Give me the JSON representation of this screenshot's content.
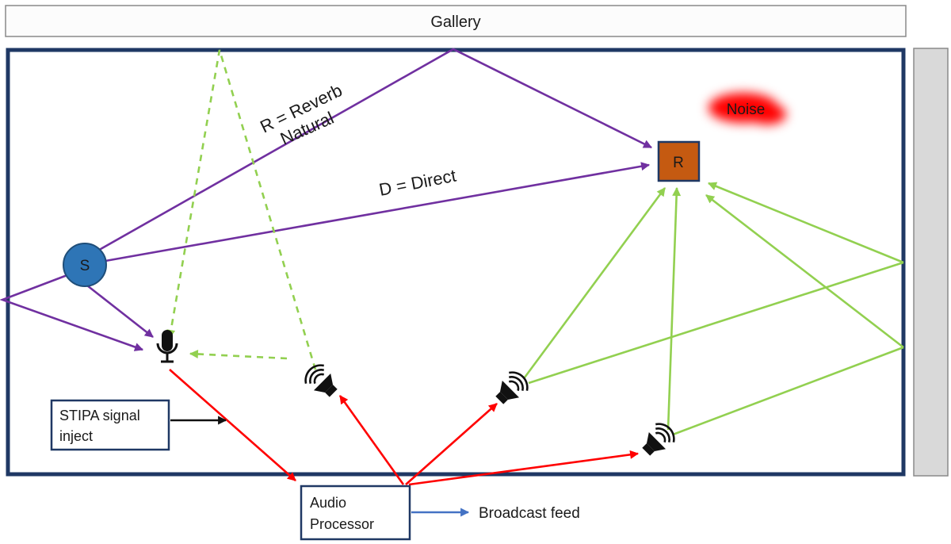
{
  "header": {
    "title": "Gallery"
  },
  "diagram": {
    "source": {
      "label": "S"
    },
    "receiver": {
      "label": "R"
    },
    "noise": {
      "label": "Noise"
    },
    "labels": {
      "reverb1": "R = Reverb",
      "reverb2": "Natural",
      "direct": "D = Direct"
    },
    "stipa": {
      "line1": "STIPA signal",
      "line2": "inject"
    },
    "processor": {
      "line1": "Audio",
      "line2": "Processor"
    },
    "broadcast": "Broadcast feed"
  },
  "colors": {
    "natural_path_purple": "#7030A0",
    "speaker_path_green": "#92D050",
    "signal_path_red": "#FF0000",
    "broadcast_arrow_blue": "#4472C4",
    "room_border_navy": "#1F3864",
    "receiver_orange": "#C55A11",
    "source_blue": "#2E75B6",
    "noise_red": "#FF0000",
    "side_panel_gray": "#D9D9D9"
  },
  "icons": {
    "microphone": "microphone-icon",
    "speaker_left": "speaker-icon",
    "speaker_middle": "speaker-icon",
    "speaker_right": "speaker-icon"
  }
}
